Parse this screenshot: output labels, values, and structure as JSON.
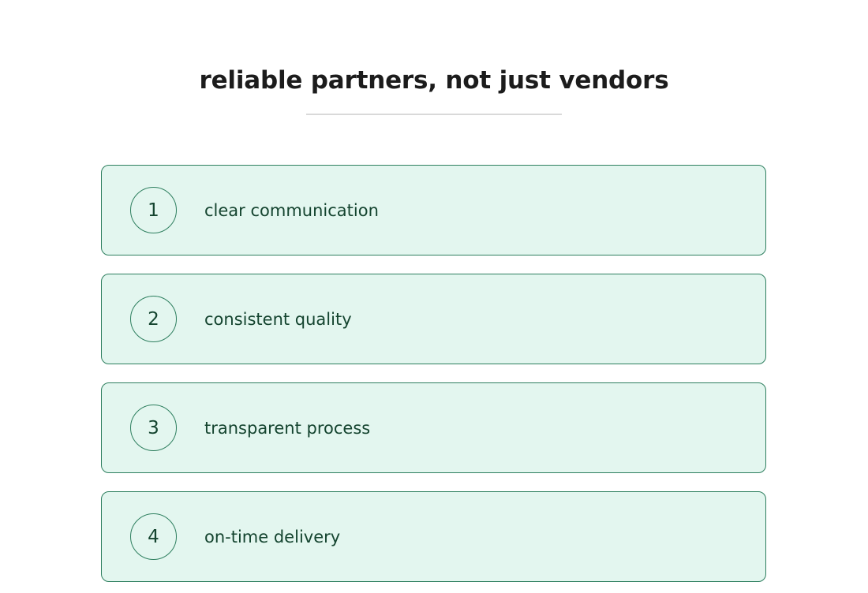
{
  "header": {
    "title": "reliable partners, not just vendors"
  },
  "items": [
    {
      "number": "1",
      "label": "clear communication"
    },
    {
      "number": "2",
      "label": "consistent quality"
    },
    {
      "number": "3",
      "label": "transparent process"
    },
    {
      "number": "4",
      "label": "on-time delivery"
    }
  ],
  "colors": {
    "card_background": "#e3f6ef",
    "card_border": "#2e7f5f",
    "text_dark_green": "#14442f",
    "title_text": "#1c1c1c",
    "divider": "#d9d9d9"
  }
}
